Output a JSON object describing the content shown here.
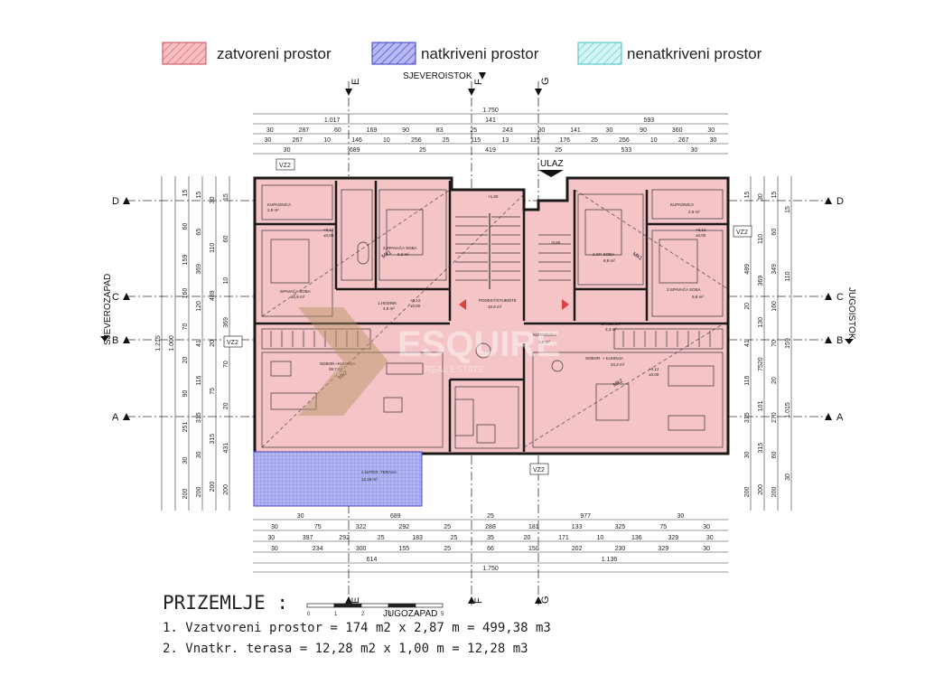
{
  "legend": [
    {
      "label": "zatvoreni prostor",
      "color": "#e9868d",
      "pattern": "hatch-red"
    },
    {
      "label": "natkriveni prostor",
      "color": "#6b6bd9",
      "pattern": "hatch-blue"
    },
    {
      "label": "nenatkriveni prostor",
      "color": "#7fe0e0",
      "pattern": "hatch-cyan"
    }
  ],
  "orientation": {
    "north": "SJEVEROISTOK",
    "south": "JUGOZAPAD",
    "west": "SJEVEROZAPAD",
    "east": "JUGOISTOK"
  },
  "entrance": "ULAZ",
  "axes_vertical": [
    "E",
    "F",
    "G"
  ],
  "axes_horizontal": [
    "D",
    "C",
    "B",
    "A"
  ],
  "section_tags": [
    "VZ2",
    "VZ2",
    "VZ2",
    "VZ2"
  ],
  "dims_top": {
    "row1": [
      "1.750"
    ],
    "row2": [
      "1.017",
      "141",
      "593"
    ],
    "row3": [
      "30",
      "287",
      "60",
      "169",
      "90",
      "83",
      "25",
      "243",
      "30",
      "141",
      "30",
      "90",
      "360",
      "30"
    ],
    "row4": [
      "30",
      "267",
      "10",
      "146",
      "10",
      "256",
      "25",
      "115",
      "13",
      "115",
      "176",
      "25",
      "256",
      "10",
      "267",
      "30"
    ],
    "row5": [
      "30",
      "689",
      "25",
      "419",
      "25",
      "533",
      "30"
    ]
  },
  "dims_bottom": {
    "row1": [
      "30",
      "689",
      "25",
      "977",
      "30"
    ],
    "row2": [
      "30",
      "75",
      "322",
      "292",
      "25",
      "288",
      "181",
      "133",
      "325",
      "75",
      "30"
    ],
    "row3": [
      "30",
      "397",
      "292",
      "25",
      "183",
      "25",
      "35",
      "20",
      "171",
      "10",
      "136",
      "329",
      "30"
    ],
    "row4": [
      "30",
      "234",
      "300",
      "155",
      "25",
      "66",
      "150",
      "202",
      "230",
      "329",
      "30"
    ],
    "row5": [
      "614",
      "1.136"
    ],
    "row6": [
      "1.750"
    ]
  },
  "dims_left": {
    "outer": [
      "1.215"
    ],
    "col2": [
      "1.000"
    ],
    "col3": [
      "15",
      "60",
      "159",
      "160",
      "70",
      "20",
      "90",
      "251",
      "30",
      "200"
    ],
    "col4": [
      "15",
      "65",
      "369",
      "120",
      "41",
      "116",
      "315",
      "30",
      "200"
    ],
    "col5": [
      "30",
      "110",
      "489",
      "20",
      "75",
      "315",
      "200"
    ],
    "col6": [
      "15",
      "60",
      "10",
      "369",
      "70",
      "20",
      "431",
      "200"
    ]
  },
  "dims_right": {
    "col1": [
      "15",
      "60",
      "489",
      "20",
      "41",
      "116",
      "315",
      "30",
      "200"
    ],
    "col2": [
      "30",
      "110",
      "369",
      "130",
      "7520",
      "101",
      "315",
      "200"
    ],
    "col3": [
      "15",
      "60",
      "349",
      "160",
      "70",
      "20",
      "270",
      "60",
      "200"
    ],
    "col4": [
      "15",
      "110",
      "159",
      "1.015",
      "30"
    ]
  },
  "rooms": [
    {
      "name": "KUPAONICA",
      "area": "2,9 m²"
    },
    {
      "name": "3.SPAVAĆA SOBA",
      "area": "9,2 m²"
    },
    {
      "name": "SPAVAĆA SOBA",
      "area": "10,5 m²"
    },
    {
      "name": "2.SPAVAĆA SOBA",
      "area": "8,9 m²"
    },
    {
      "name": "1.HODNIK",
      "area": "4,9 m²"
    },
    {
      "name": "PODEST/STUBIŠTE",
      "area": "10,9 m²"
    },
    {
      "name": "1.HODNIK",
      "area": "3,3 m²"
    },
    {
      "name": "KUPAONICA",
      "area": "3,9 m²"
    },
    {
      "name": "SOBOR. + KUHINJA",
      "area": "34,2 m²"
    },
    {
      "name": "KUPAONICA",
      "area": "2,9 m²"
    },
    {
      "name": "2.SP. SOBA",
      "area": "8,9 m²"
    },
    {
      "name": "3.SPAVAĆA SOBA",
      "area": "9,8 m²"
    },
    {
      "name": "SOBOR.+KUHINJA",
      "area": "29,7 m²"
    },
    {
      "name": "1.NATKR. TERASA",
      "area": "12,28 m²"
    }
  ],
  "levels": [
    "+0,12",
    "±0,00",
    "+1,60",
    "-0,85",
    "+0,12",
    "±0,00",
    "+0,12",
    "±0,00",
    "+0,12",
    "±0,00"
  ],
  "stair_labels": [
    "Mk1",
    "Mk2",
    "Mk1",
    "Mk2"
  ],
  "title": {
    "heading": "PRIZEMLJE :",
    "line1": "1. Vzatvoreni prostor = 174 m2 x 2,87 m = 499,38 m3",
    "line2": "2. Vnatkr. terasa = 12,28 m2 x 1,00 m = 12,28 m3"
  },
  "scale_bar": {
    "ticks": [
      "0",
      "1",
      "2",
      "3",
      "4",
      "5"
    ]
  },
  "watermark": "ESQUIRE",
  "watermark_sub": "REAL ESTATE",
  "colors": {
    "closed_fill": "#f4c4c6",
    "covered_fill": "#aab0ee",
    "wall": "#1a1a1a",
    "watermark": "#b0a07a"
  }
}
